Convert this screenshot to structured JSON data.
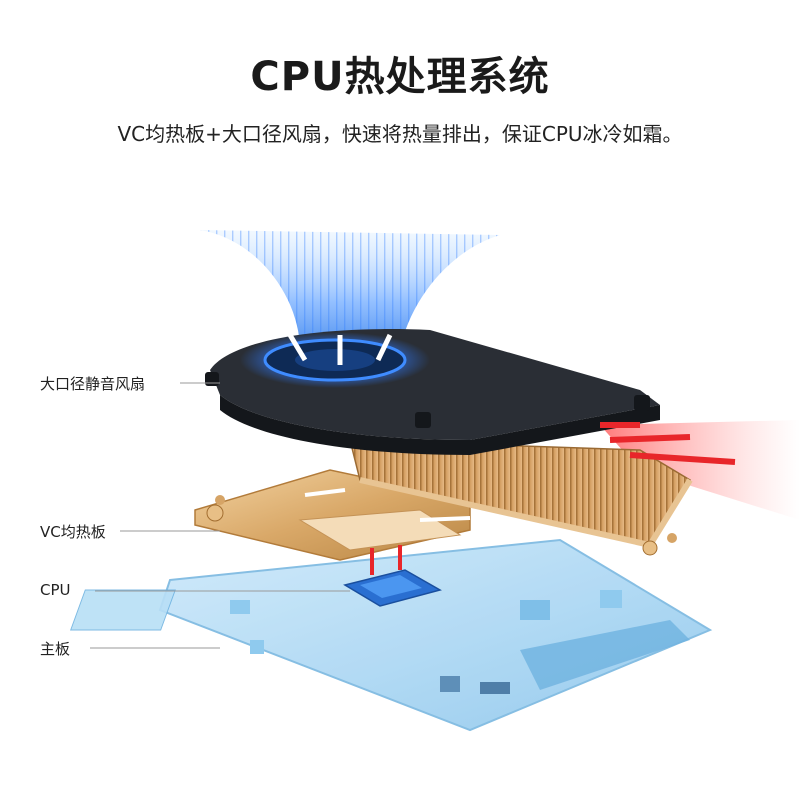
{
  "title": "CPU热处理系统",
  "subtitle": "VC均热板+大口径风扇，快速将热量排出，保证CPU冰冷如霜。",
  "labels": {
    "fan": "大口径静音风扇",
    "vc_plate": "VC均热板",
    "cpu": "CPU",
    "motherboard": "主板"
  },
  "colors": {
    "cool_air": "#3b8cff",
    "hot_air": "#e8262a",
    "copper": "#d9a868",
    "board": "#a9d6f2",
    "fan_body": "#1c1f24",
    "callout_line": "#9a9a9a"
  }
}
